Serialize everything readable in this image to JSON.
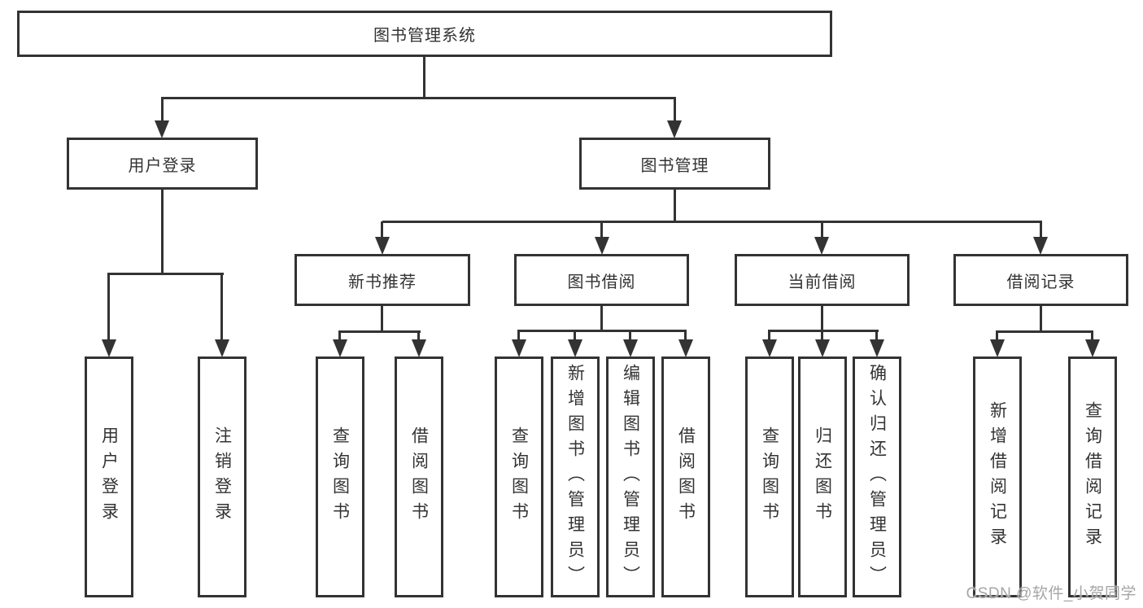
{
  "title": "图书管理系统",
  "level2": {
    "user_login": "用户登录",
    "book_mgmt": "图书管理"
  },
  "level3": {
    "new_book": "新书推荐",
    "book_borrow": "图书借阅",
    "current_borrow": "当前借阅",
    "borrow_record": "借阅记录"
  },
  "leaves": {
    "user_login": "用户登录",
    "logout": "注销登录",
    "query_book_newrec": "查询图书",
    "borrow_book_newrec": "借阅图书",
    "query_book_borrow": "查询图书",
    "add_book_admin": "新增图书（管理员）",
    "edit_book_admin": "编辑图书（管理员）",
    "borrow_book_borrow": "借阅图书",
    "query_book_current": "查询图书",
    "return_book": "归还图书",
    "confirm_return_admin": "确认归还（管理员）",
    "add_borrow_record": "新增借阅记录",
    "query_borrow_record": "查询借阅记录"
  },
  "watermark": "CSDN @软件_小贺同学",
  "colors": {
    "line": "#333333",
    "text": "#333333",
    "background": "#ffffff",
    "watermark": "#a6a6a6"
  }
}
